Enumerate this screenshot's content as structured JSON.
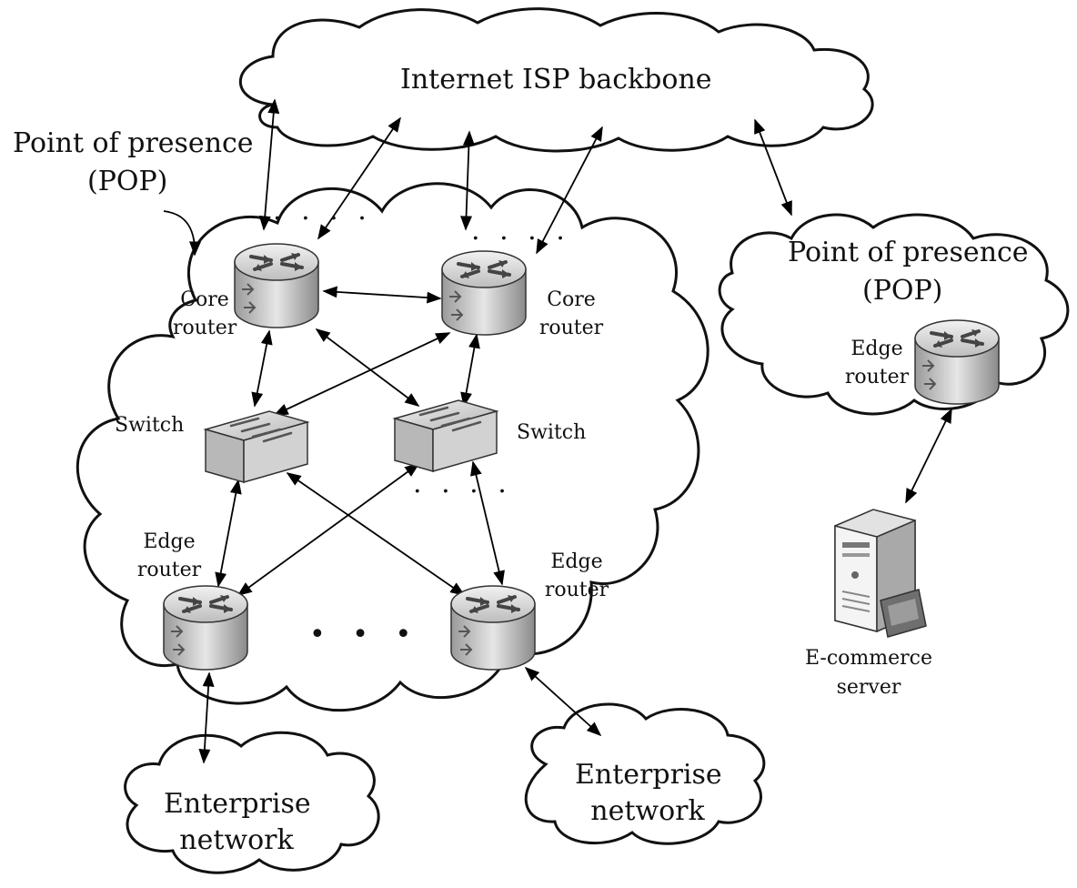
{
  "diagram": {
    "backbone_label": "Internet ISP backbone",
    "pop_callout": {
      "line1": "Point of presence",
      "line2": "(POP)"
    },
    "pop_right": {
      "line1": "Point of presence",
      "line2": "(POP)"
    },
    "core_router_left": {
      "line1": "Core",
      "line2": "router"
    },
    "core_router_right": {
      "line1": "Core",
      "line2": "router"
    },
    "switch_left": "Switch",
    "switch_right": "Switch",
    "edge_router_left": {
      "line1": "Edge",
      "line2": "router"
    },
    "edge_router_right": {
      "line1": "Edge",
      "line2": "router"
    },
    "edge_router_pop": {
      "line1": "Edge",
      "line2": "router"
    },
    "server": {
      "line1": "E-commerce",
      "line2": "server"
    },
    "enterprise_left": {
      "line1": "Enterprise",
      "line2": "network"
    },
    "enterprise_right": {
      "line1": "Enterprise",
      "line2": "network"
    },
    "ellipsis_small": ". . . .",
    "ellipsis_big": "• • •"
  }
}
